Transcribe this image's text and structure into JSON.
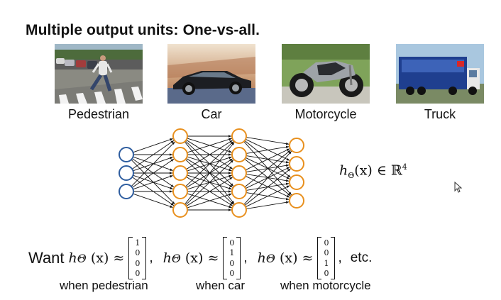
{
  "title": "Multiple output units: One-vs-all.",
  "classes": [
    "Pedestrian",
    "Car",
    "Motorcycle",
    "Truck"
  ],
  "network": {
    "layers": [
      3,
      5,
      5,
      4
    ],
    "colors": {
      "input": "#2e5d9f",
      "hidden": "#e8901e",
      "edge": "#111111"
    }
  },
  "hypothesis": {
    "h": "h",
    "sub": "Θ",
    "arg": "(x)",
    "in": "∈",
    "space": "ℝ",
    "dim": "4"
  },
  "want_label": "Want",
  "approx_label": "h",
  "approx_sub": "Θ",
  "approx_arg": "(x) ≈",
  "vectors": [
    {
      "values": [
        "1",
        "0",
        "0",
        "0"
      ],
      "when": "when pedestrian"
    },
    {
      "values": [
        "0",
        "1",
        "0",
        "0"
      ],
      "when": "when car"
    },
    {
      "values": [
        "0",
        "0",
        "1",
        "0"
      ],
      "when": "when motorcycle"
    }
  ],
  "separator": ",",
  "etc": "etc."
}
